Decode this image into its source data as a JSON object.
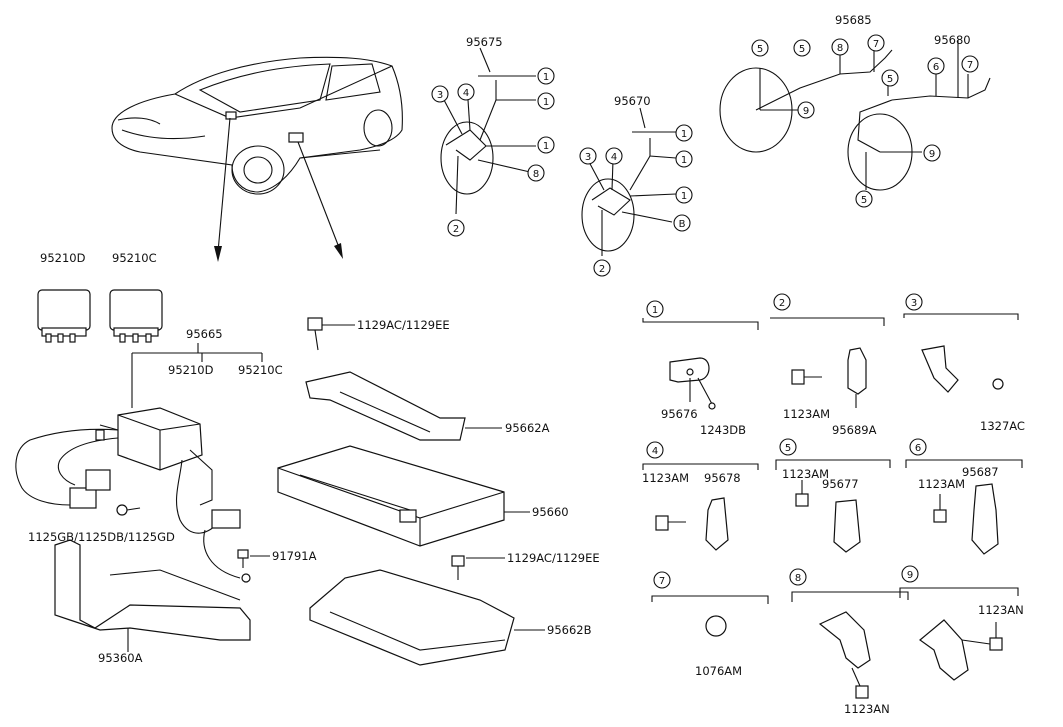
{
  "labels": {
    "p95675": "95675",
    "p95670": "95670",
    "p95685": "95685",
    "p95680": "95680",
    "p95210D_a": "95210D",
    "p95210C_a": "95210C",
    "p95665": "95665",
    "p95210D_b": "95210D",
    "p95210C_b": "95210C",
    "p1129_top": "1129AC/1129EE",
    "p95662A": "95662A",
    "p95660": "95660",
    "p1125": "1125GB/1125DB/1125GD",
    "p91791A": "91791A",
    "p1129_mid": "1129AC/1129EE",
    "p95662B": "95662B",
    "p95360A": "95360A",
    "p95676": "95676",
    "p1243DB": "1243DB",
    "p1123AM_2": "1123AM",
    "p95689A": "95689A",
    "p1327AC": "1327AC",
    "p1123AM_4": "1123AM",
    "p95678": "95678",
    "p1123AM_5": "1123AM",
    "p95677": "95677",
    "p1123AM_6": "1123AM",
    "p95687": "95687",
    "p1076AM": "1076AM",
    "p1123AN_8": "1123AN",
    "p1123AN_9": "1123AN"
  },
  "callouts": {
    "c1": "1",
    "c2": "2",
    "c3": "3",
    "c4": "4",
    "c5": "5",
    "c6": "6",
    "c7": "7",
    "c8": "8",
    "c9": "9",
    "cB": "B"
  }
}
